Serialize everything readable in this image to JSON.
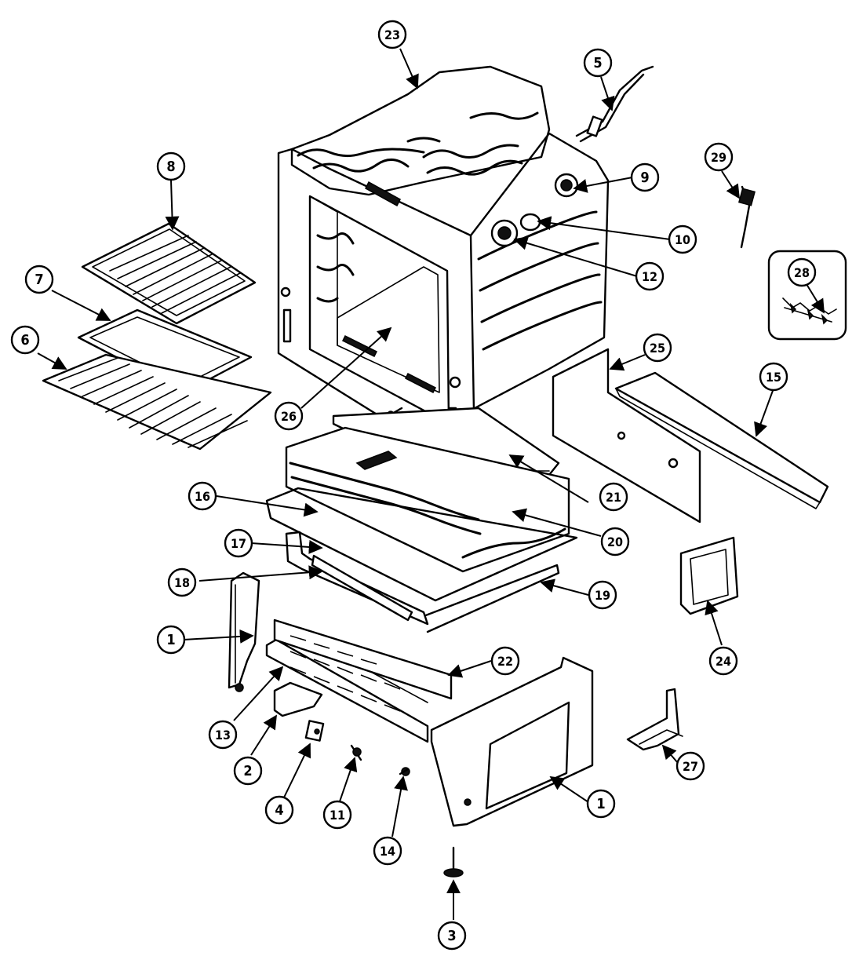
{
  "callouts": [
    {
      "label": "23"
    },
    {
      "label": "5"
    },
    {
      "label": "8"
    },
    {
      "label": "29"
    },
    {
      "label": "9"
    },
    {
      "label": "7"
    },
    {
      "label": "10"
    },
    {
      "label": "6"
    },
    {
      "label": "28"
    },
    {
      "label": "12"
    },
    {
      "label": "25"
    },
    {
      "label": "26"
    },
    {
      "label": "15"
    },
    {
      "label": "21"
    },
    {
      "label": "16"
    },
    {
      "label": "17"
    },
    {
      "label": "20"
    },
    {
      "label": "18"
    },
    {
      "label": "19"
    },
    {
      "label": "1"
    },
    {
      "label": "22"
    },
    {
      "label": "24"
    },
    {
      "label": "13"
    },
    {
      "label": "27"
    },
    {
      "label": "2"
    },
    {
      "label": "1"
    },
    {
      "label": "4"
    },
    {
      "label": "11"
    },
    {
      "label": "14"
    },
    {
      "label": "3"
    }
  ]
}
